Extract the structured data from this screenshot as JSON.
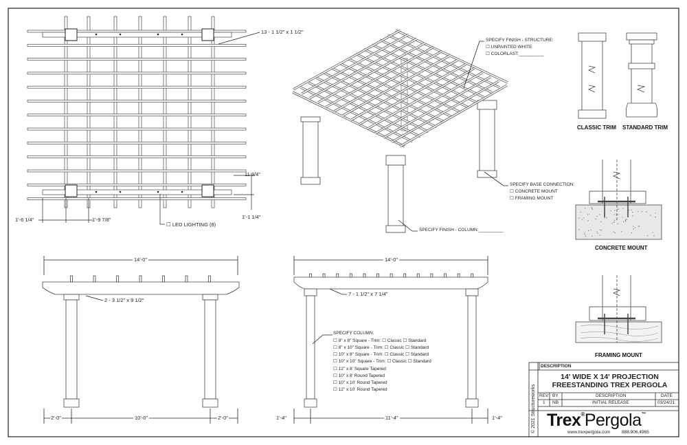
{
  "plan": {
    "rafter_note": "13 - 1 1/2\" x 1 1/2\"",
    "dim_spacing_v": "11 3/4\"",
    "dim_end_v": "1'-1 1/4\"",
    "dim_left": "1'-6 1/4\"",
    "dim_bay": "1'-9 7/8\"",
    "led_note": "LED LIGHTING (8)"
  },
  "iso": {
    "finish_structure_title": "SPECIFY FINISH - STRUCTURE:",
    "finish_options": [
      "UNPAINTED WHITE",
      "COLORLAST:__________"
    ],
    "base_title": "SPECIFY BASE CONNECTION:",
    "base_options": [
      "CONCRETE MOUNT",
      "FRAMING MOUNT"
    ],
    "finish_column": "SPECIFY FINISH - COLUMN:__________"
  },
  "details": {
    "classic_trim": "CLASSIC TRIM",
    "standard_trim": "STANDARD TRIM",
    "concrete_mount": "CONCRETE MOUNT",
    "framing_mount": "FRAMING MOUNT"
  },
  "front": {
    "overall": "14'-0\"",
    "beam_note": "2 - 3 1/2\" x 9 1/2\"",
    "dims": [
      "2'-0\"",
      "10'-0\"",
      "2'-0\""
    ]
  },
  "side": {
    "overall": "14'-0\"",
    "beam_note": "7 - 1 1/2\" x 7 1/4\"",
    "column_title": "SPECIFY COLUMN:",
    "column_options": [
      "8\" x 8\" Square - Trim: ☐ Classic ☐ Standard",
      "8\" x 10\" Square - Trim: ☐ Classic ☐ Standard",
      "10\" x 8\" Square - Trim: ☐ Classic ☐ Standard",
      "10\" x 10\" Square - Trim: ☐ Classic ☐ Standard",
      "12\" x 8' Square Tapered",
      "10\" x 8' Round Tapered",
      "10\" x 10' Round Tapered",
      "12\" x 10' Round Tapered"
    ],
    "dims": [
      "1'-4\"",
      "11'-4\"",
      "1'-4\""
    ]
  },
  "titleblock": {
    "description_label": "DESCRIPTION",
    "title_line1": "14' WIDE X 14' PROJECTION",
    "title_line2": "FREESTANDING TREX PERGOLA",
    "headers": [
      "REV",
      "BY",
      "DESCRIPTION",
      "DATE"
    ],
    "row": [
      "1",
      "NB",
      "INITIAL RELEASE",
      "03/24/21"
    ],
    "copyright": "© 2021 Structureworks",
    "brand_trex": "Trex",
    "brand_pergola": "Pergola",
    "website": "www.trexpergola.com",
    "phone": "888.906.4965"
  },
  "colors": {
    "line": "#222222",
    "concrete": "#e8e8e8",
    "wood": "#f2f2f2"
  }
}
